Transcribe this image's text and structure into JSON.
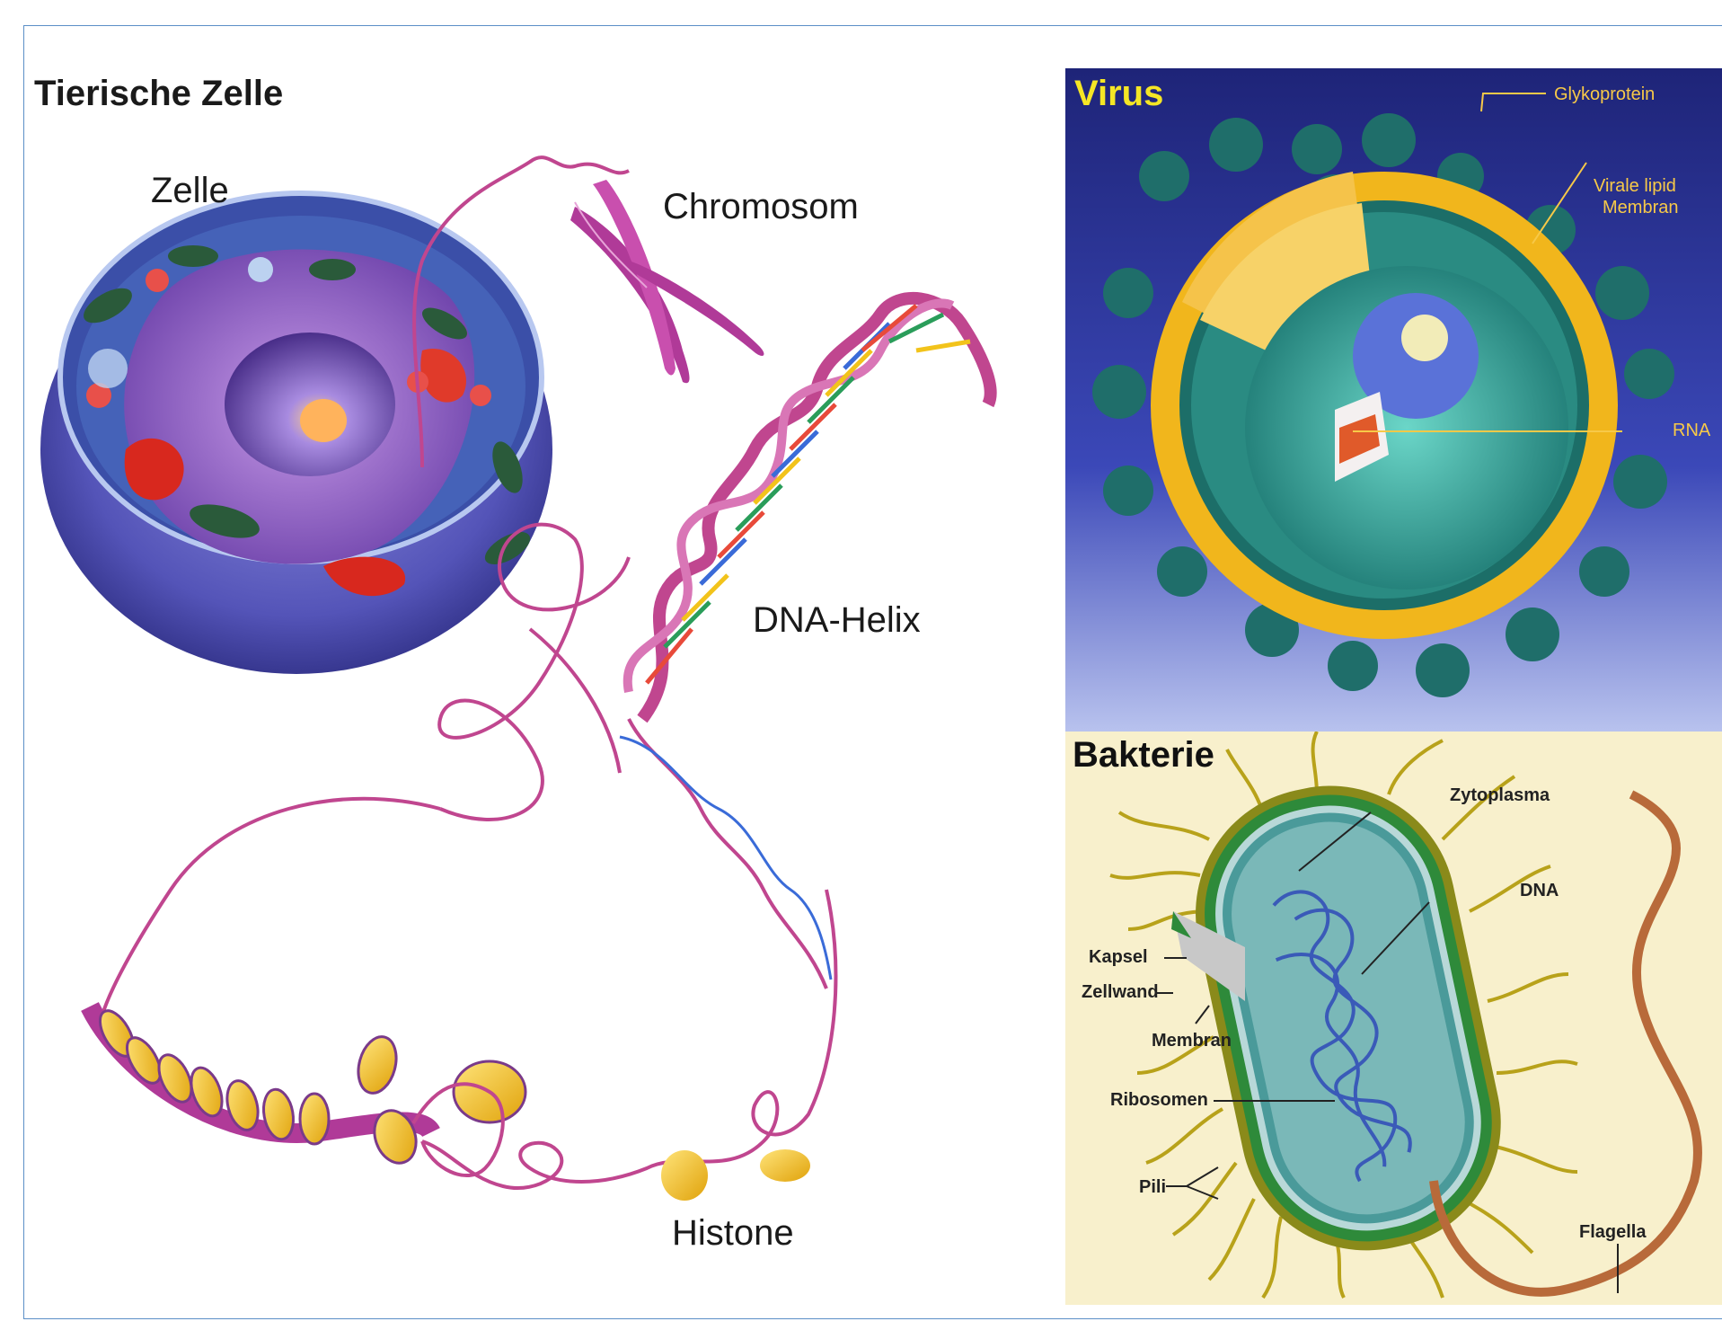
{
  "animal_cell": {
    "title": "Tierische Zelle",
    "labels": {
      "zelle": "Zelle",
      "chromosom": "Chromosom",
      "dna_helix": "DNA-Helix",
      "histone": "Histone"
    }
  },
  "virus": {
    "title": "Virus",
    "labels": {
      "glykoprotein": "Glykoprotein",
      "membran_line1": "Virale lipid",
      "membran_line2": "Membran",
      "rna": "RNA"
    }
  },
  "bacteria": {
    "title": "Bakterie",
    "labels": {
      "zytoplasma": "Zytoplasma",
      "dna": "DNA",
      "kapsel": "Kapsel",
      "zellwand": "Zellwand",
      "membran": "Membran",
      "ribosomen": "Ribosomen",
      "pili": "Pili",
      "flagella": "Flagella"
    }
  },
  "colors": {
    "frame_border": "#5b8fc7",
    "dna_pink": "#c0468f",
    "virus_bg": "#2a2f8f",
    "virus_title": "#f5e625",
    "bacteria_bg": "#f8f0cc",
    "histone_yellow": "#f4c21b"
  }
}
